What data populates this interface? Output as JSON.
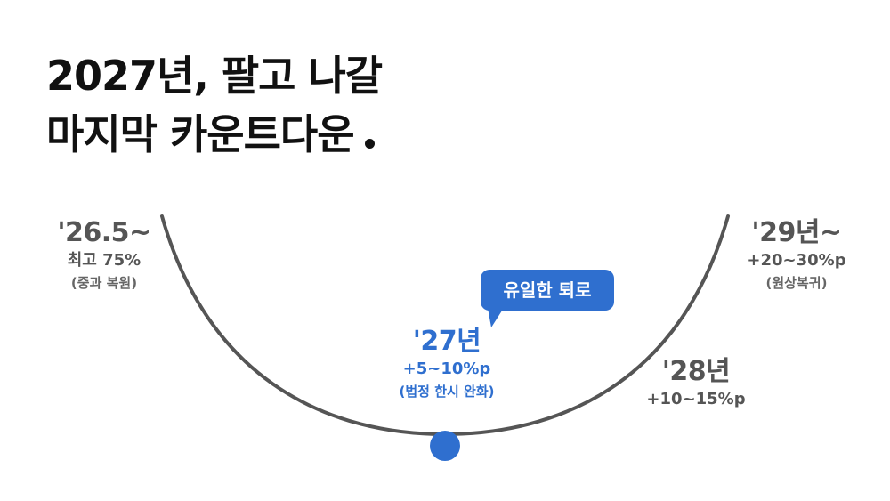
{
  "title": {
    "line1": "2027년, 팔고 나갈",
    "line2": "마지막 카운트다운"
  },
  "stages": {
    "y2026": {
      "year": "'26.5~",
      "rate": "최고 75%",
      "note": "(중과 복원)"
    },
    "y2027": {
      "year": "'27년",
      "rate": "+5~10%p",
      "note": "(법정 한시 완화)"
    },
    "y2028": {
      "year": "'28년",
      "rate": "+10~15%p"
    },
    "y2029": {
      "year": "'29년~",
      "rate": "+20~30%p",
      "note": "(원상복귀)"
    }
  },
  "callout": {
    "text": "유일한 퇴로"
  },
  "colors": {
    "accent": "#2f6fcf",
    "curve": "#555555",
    "title": "#111111"
  }
}
